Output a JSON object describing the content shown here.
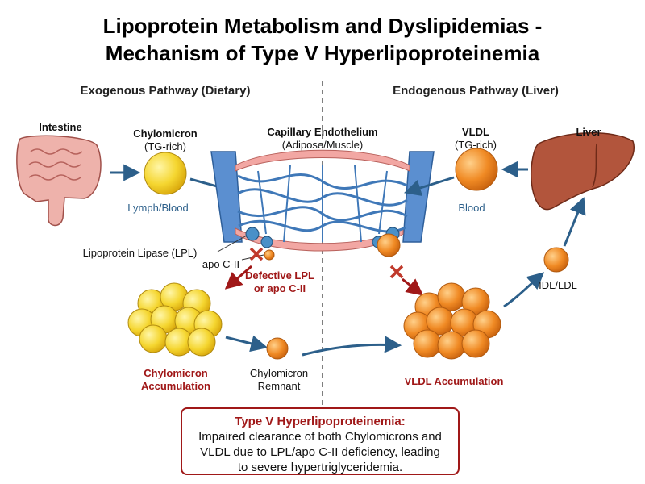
{
  "title_line1": "Lipoprotein Metabolism and Dyslipidemias -",
  "title_line2": "Mechanism of Type V Hyperlipoproteinemia",
  "exogenous_heading": "Exogenous Pathway (Dietary)",
  "endogenous_heading": "Endogenous Pathway (Liver)",
  "labels": {
    "intestine": "Intestine",
    "chylomicron": "Chylomicron",
    "chylomicron_sub": "(TG-rich)",
    "capillary": "Capillary Endothelium",
    "capillary_sub": "(Adipose/Muscle)",
    "vldl": "VLDL",
    "vldl_sub": "(TG-rich)",
    "liver": "Liver",
    "lymph_blood": "Lymph/Blood",
    "blood": "Blood",
    "lpl": "Lipoprotein Lipase (LPL)",
    "apo_c2": "apo C-II",
    "defective_line1": "Defective LPL",
    "defective_line2": "or apo C-II",
    "idl_ldl": "IDL/LDL",
    "chylo_accum_line1": "Chylomicron",
    "chylo_accum_line2": "Accumulation",
    "chylo_remnant_line1": "Chylomicron",
    "chylo_remnant_line2": "Remnant",
    "vldl_accum": "VLDL Accumulation"
  },
  "summary_box": {
    "title": "Type V Hyperlipoproteinemia:",
    "line1": "Impaired clearance of both Chylomicrons and",
    "line2": "VLDL due to LPL/apo C-II deficiency, leading",
    "line3": "to severe hypertriglyceridemia."
  },
  "colors": {
    "chylomicron_yellow": "#f5d630",
    "vldl_orange": "#f08a24",
    "defect_red": "#a01818",
    "arrow_blue": "#2c5f8a",
    "vessel_blue": "#3f78b8",
    "liver_brown": "#a84a33",
    "intestine_pink": "#e8a6a0"
  }
}
